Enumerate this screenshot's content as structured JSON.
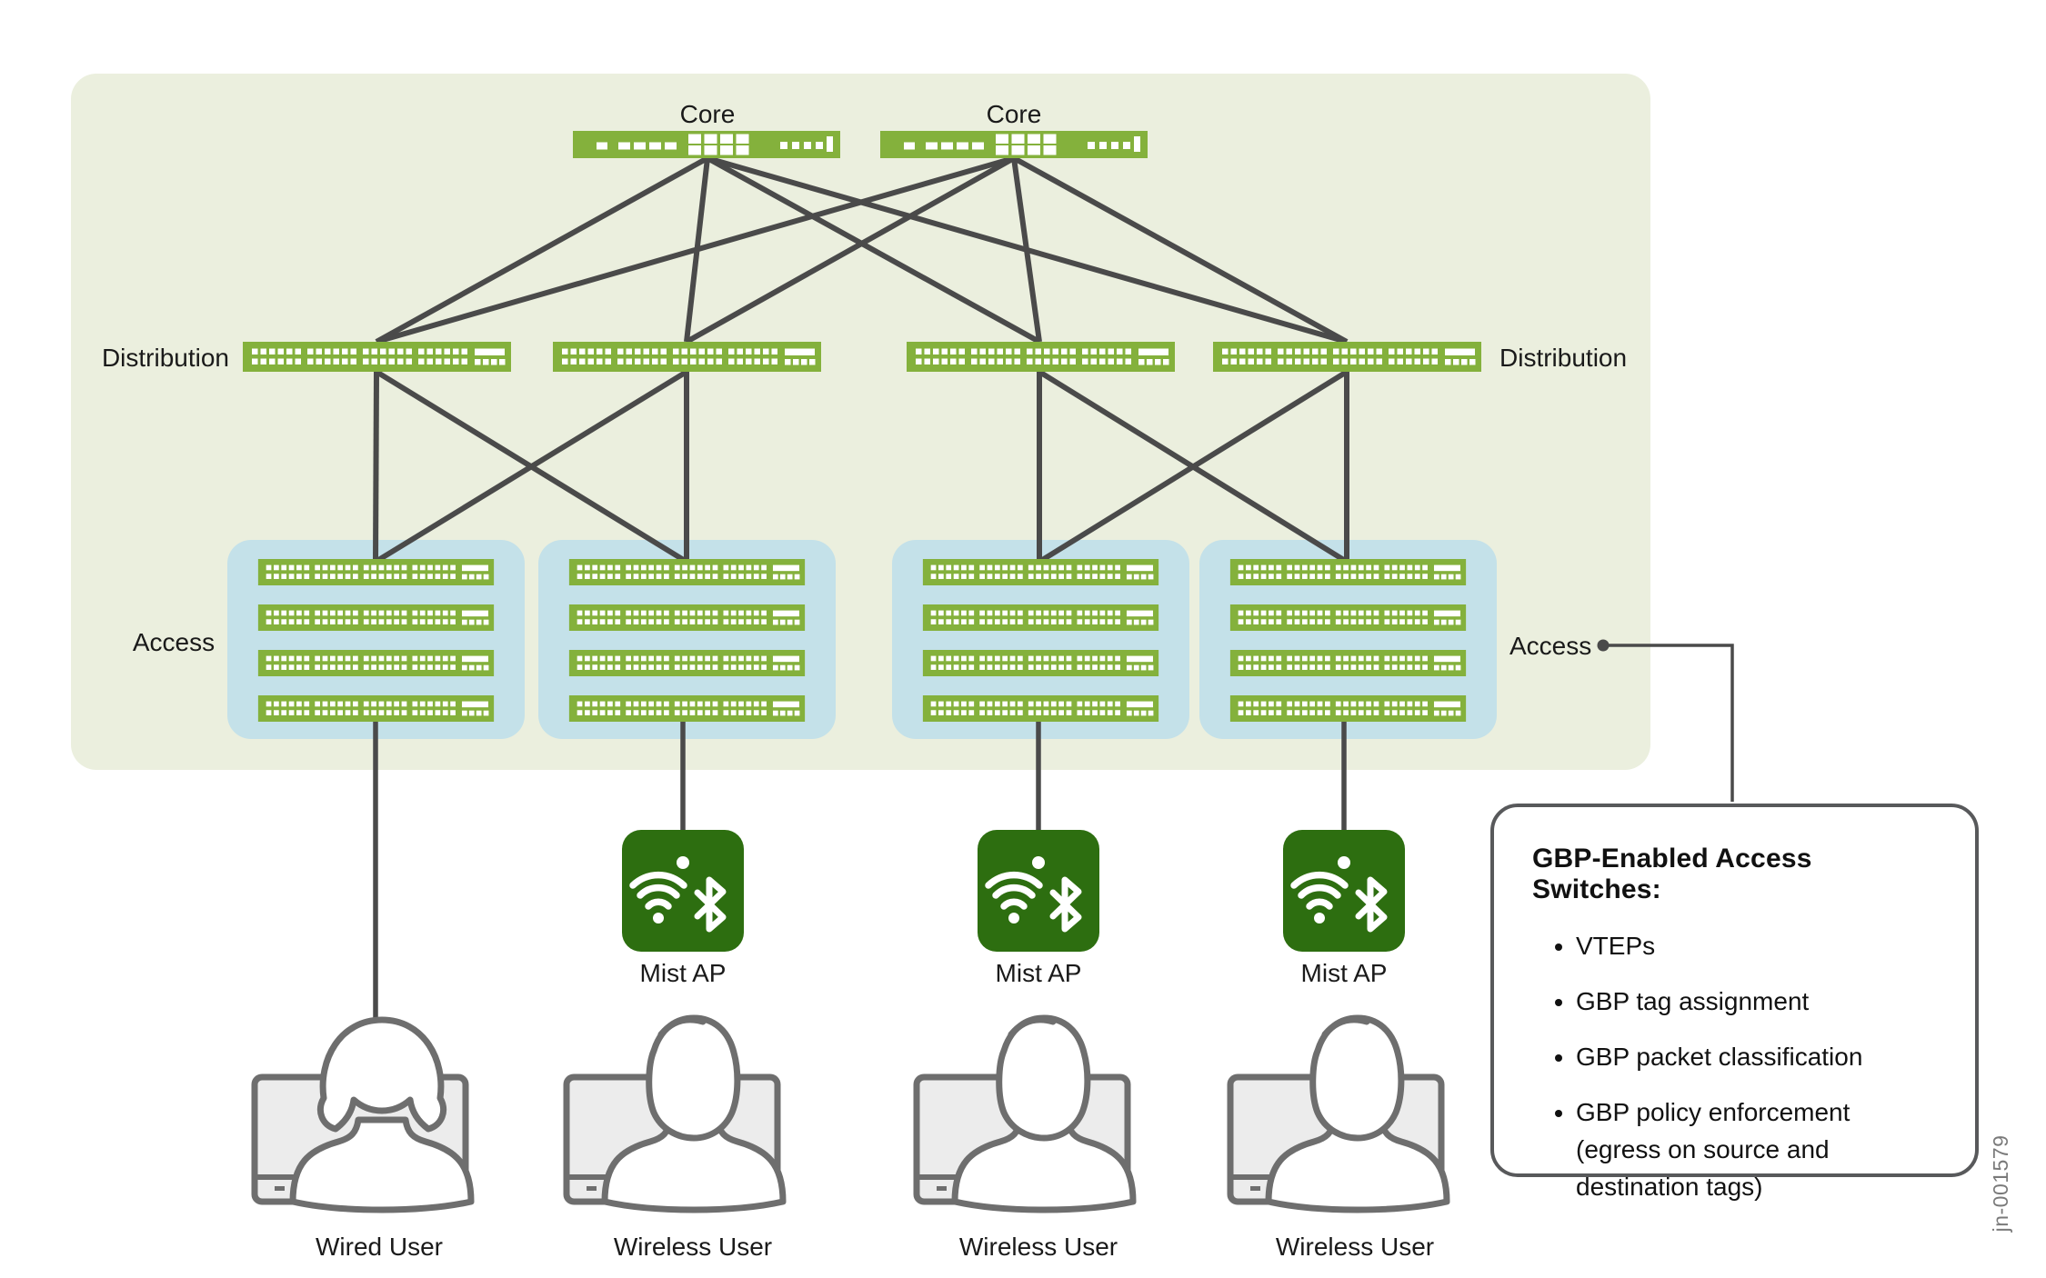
{
  "diagram": {
    "layers": {
      "core_label": "Core",
      "distribution_label": "Distribution",
      "access_label": "Access"
    },
    "devices": {
      "mist_ap_label": "Mist AP"
    },
    "users": {
      "wired_label": "Wired User",
      "wireless_label": "Wireless User"
    },
    "callout": {
      "title": "GBP-Enabled Access Switches:",
      "bullets": [
        "VTEPs",
        "GBP tag assignment",
        "GBP packet classification",
        "GBP policy enforcement (egress on source and destination tags)"
      ]
    },
    "figure_id": "jn-001579",
    "colors": {
      "panel_bg": "#EBEFDE",
      "switch_green": "#84B13C",
      "access_bg_blue": "#C4E1E9",
      "ap_green": "#2D6E10",
      "line_gray": "#4A4A4A"
    }
  }
}
